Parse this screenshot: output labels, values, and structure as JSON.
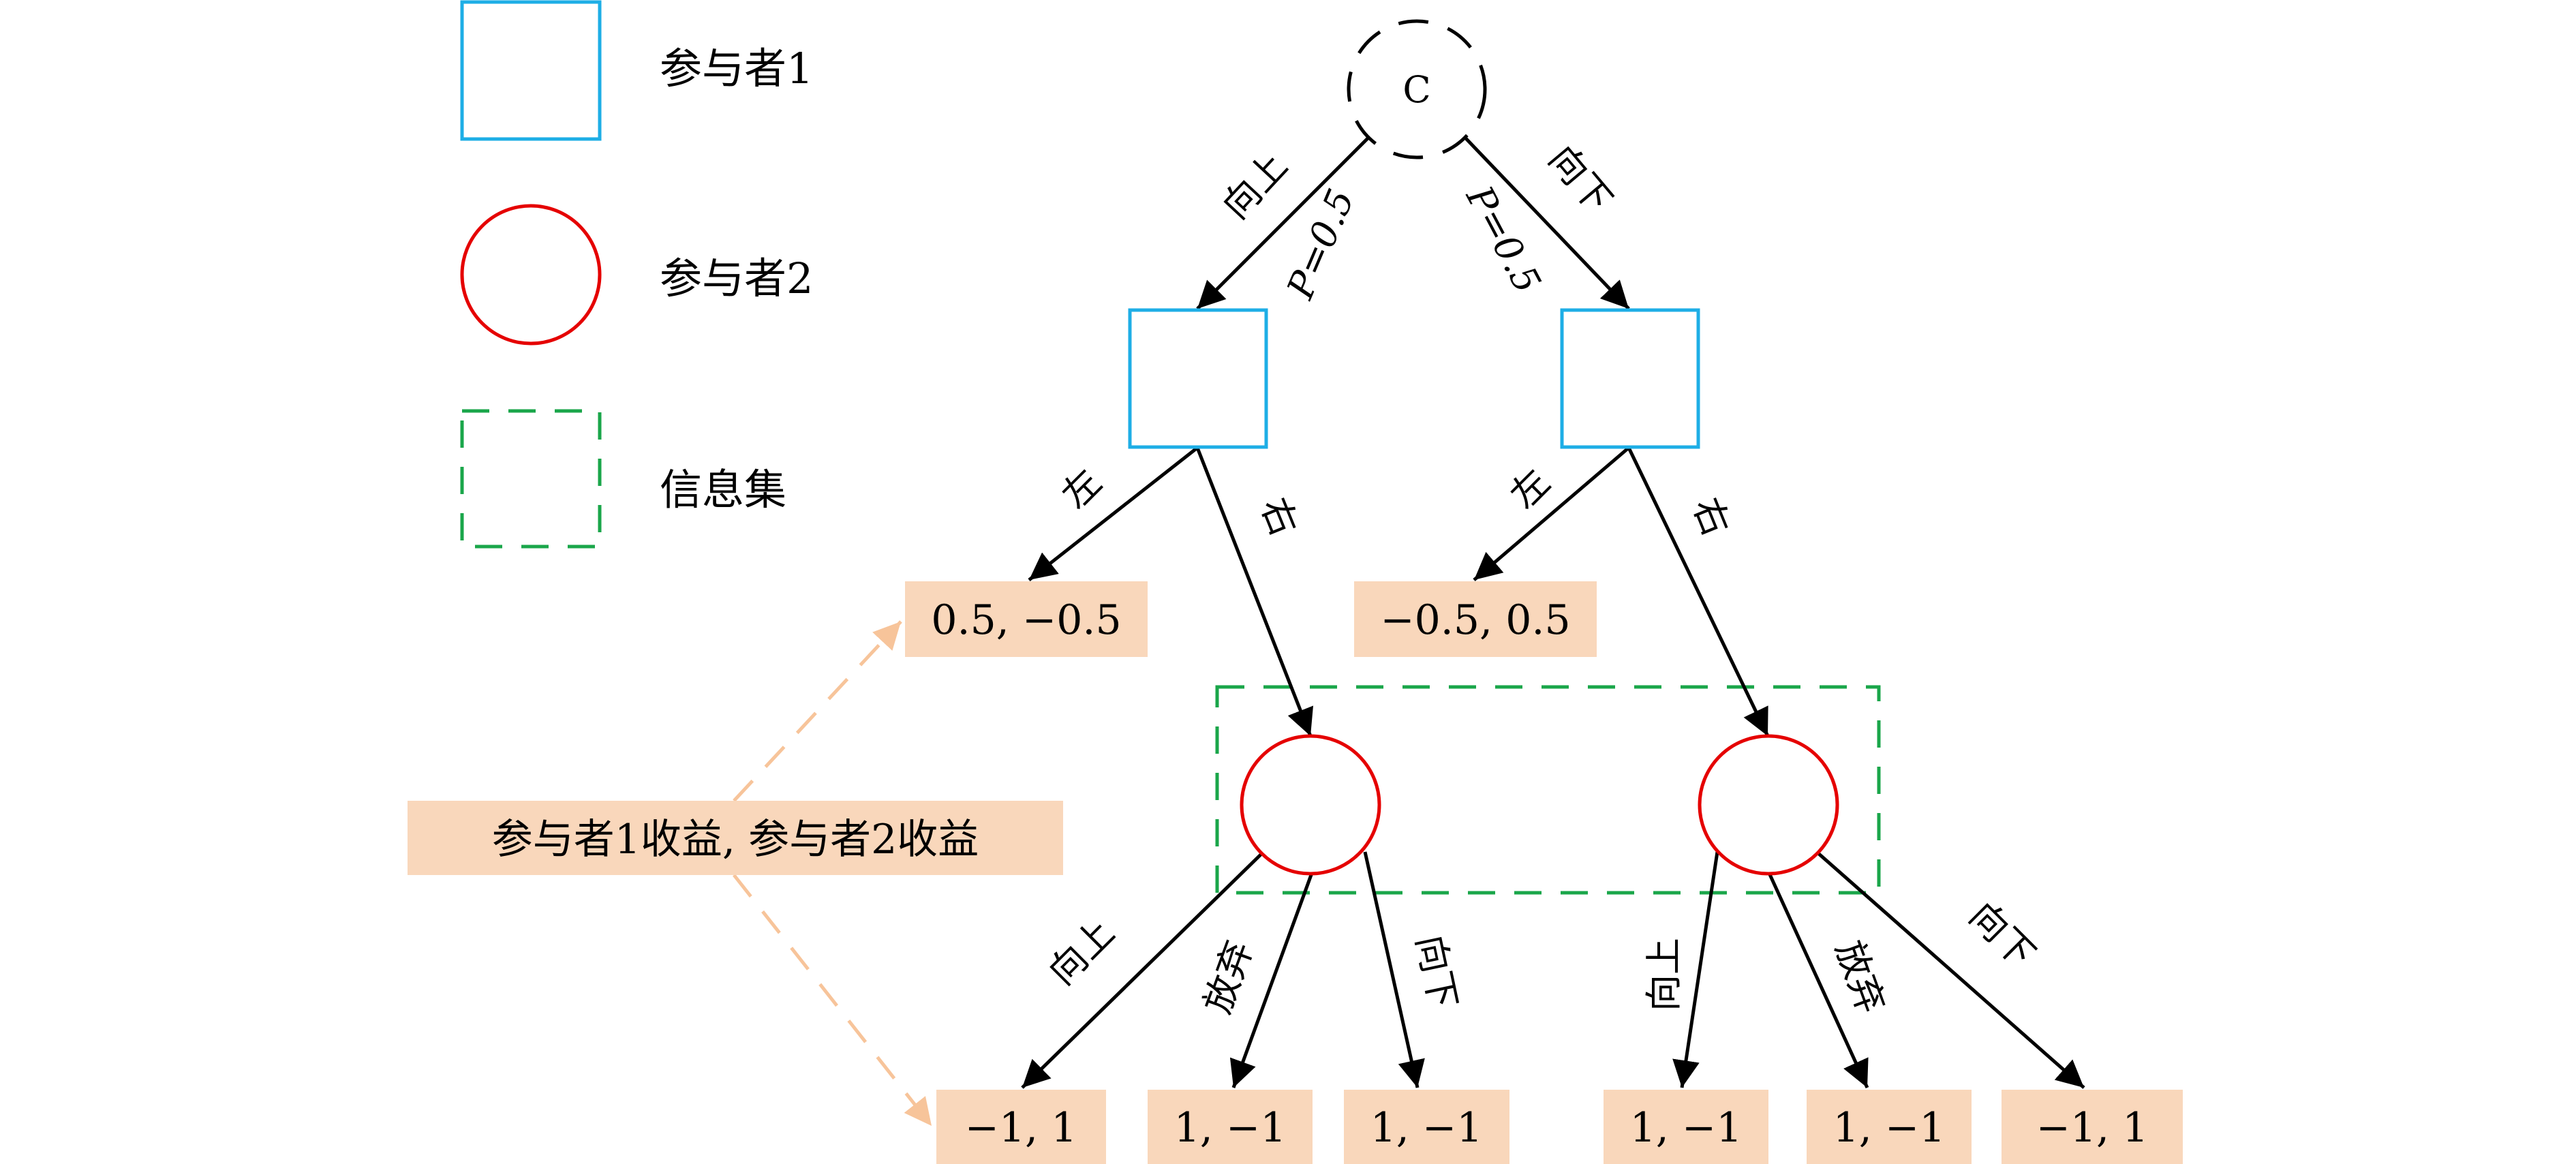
{
  "colors": {
    "player1": "#1eaee6",
    "player2": "#e50000",
    "info_set": "#1aa64a",
    "payoff_fill": "#f9d7bb",
    "annotation_arrow": "#f7c49a",
    "edge": "#000000"
  },
  "legend": {
    "items": [
      {
        "shape": "square",
        "label": "参与者1"
      },
      {
        "shape": "circle",
        "label": "参与者2"
      },
      {
        "shape": "dashed-square",
        "label": "信息集"
      }
    ]
  },
  "annotation": {
    "label": "参与者1收益, 参与者2收益"
  },
  "tree": {
    "chance_node": {
      "label": "C"
    },
    "chance_edges": [
      {
        "action": "向上",
        "prob": "P=0.5"
      },
      {
        "action": "向下",
        "prob": "P=0.5"
      }
    ],
    "player1_edges": {
      "left_node": [
        {
          "action": "左"
        },
        {
          "action": "右"
        }
      ],
      "right_node": [
        {
          "action": "左"
        },
        {
          "action": "右"
        }
      ]
    },
    "player1_payoffs": [
      "0.5, −0.5",
      "−0.5, 0.5"
    ],
    "player2_edges": {
      "left_node": [
        "向上",
        "放弃",
        "向下"
      ],
      "right_node": [
        "向上",
        "放弃",
        "向下"
      ]
    },
    "player2_payoffs": {
      "left_node": [
        "−1, 1",
        "1, −1",
        "1, −1"
      ],
      "right_node": [
        "1, −1",
        "1, −1",
        "−1, 1"
      ]
    }
  }
}
